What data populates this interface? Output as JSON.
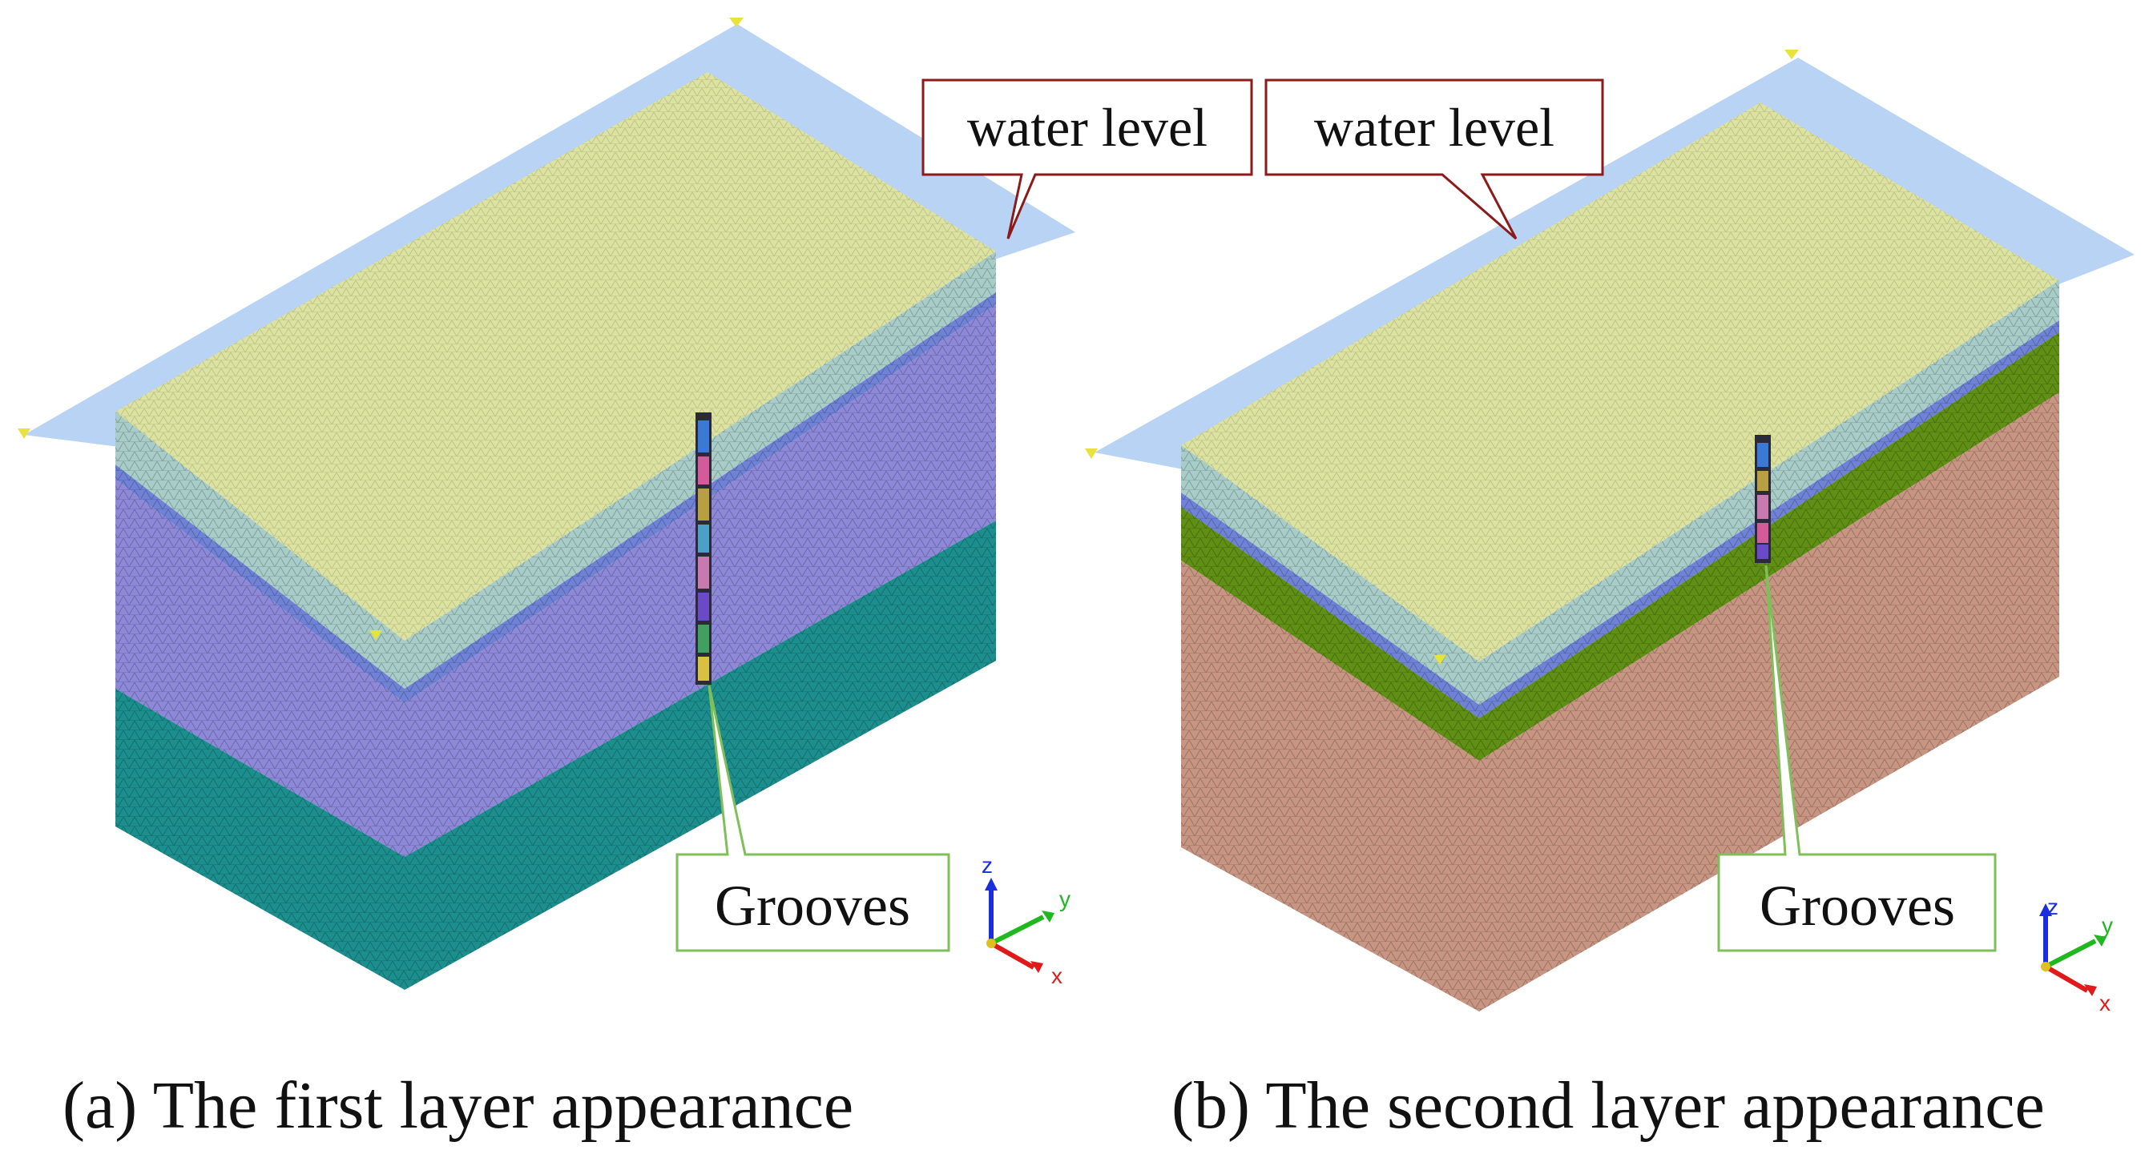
{
  "figure": {
    "panels": [
      {
        "caption": "(a) The first layer appearance",
        "callout_water": "water level",
        "callout_grooves": "Grooves",
        "axis_x": "x",
        "axis_y": "y",
        "axis_z": "z",
        "colors": {
          "top": "#dde2a0",
          "top_layer_band": "#a8cdc8",
          "thin_band": "#6f82d6",
          "middle_layer": "#8d88d8",
          "bottom_layer": "#1c8e8e"
        }
      },
      {
        "caption": "(b) The second layer appearance",
        "callout_water": "water level",
        "callout_grooves": "Grooves",
        "axis_x": "x",
        "axis_y": "y",
        "axis_z": "z",
        "colors": {
          "top": "#dde2a0",
          "top_layer_band": "#a8cdc8",
          "thin_band": "#6f82d6",
          "middle_layer": "#5f8f14",
          "bottom_layer": "#c79582"
        }
      }
    ],
    "colors": {
      "water_plane": "#b8d3f4",
      "water_callout_border": "#8b1a1a",
      "grooves_callout_border": "#7fbf5a",
      "water_marker": "#e8e23a"
    }
  }
}
